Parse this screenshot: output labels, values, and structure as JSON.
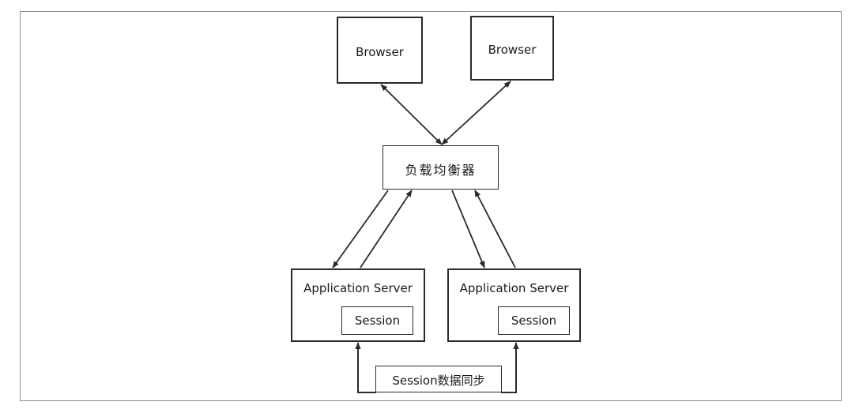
{
  "diagram": {
    "browser_1": "Browser",
    "browser_2": "Browser",
    "load_balancer": "负载均衡器",
    "app_server_1": {
      "title": "Application Server",
      "session": "Session"
    },
    "app_server_2": {
      "title": "Application Server",
      "session": "Session"
    },
    "session_sync": "Session数据同步"
  },
  "colors": {
    "stroke": "#2a2a2a",
    "frame": "#8a8a8a",
    "background": "#ffffff"
  }
}
